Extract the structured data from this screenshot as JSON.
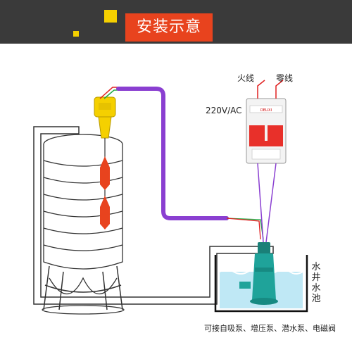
{
  "header": {
    "title": "安装示意"
  },
  "labels": {
    "live_wire": "火线",
    "neutral_wire": "零线",
    "voltage": "220V/AC",
    "breaker_brand": "DELIXI",
    "pool_chars": [
      "水",
      "井",
      "水",
      "池"
    ],
    "footer": "可接自吸泵、增压泵、潜水泵、电磁阀"
  },
  "colors": {
    "header_bg": "#3a3a3a",
    "title_bg": "#e8431e",
    "accent_yellow": "#f5d000",
    "cable_purple": "#8a3fd1",
    "float_red": "#e8431e",
    "water_blue": "#bfe8f5",
    "pump_green": "#1fa39a",
    "breaker_red": "#e8302a",
    "wire_red": "#e02020",
    "wire_green": "#22aa44"
  }
}
